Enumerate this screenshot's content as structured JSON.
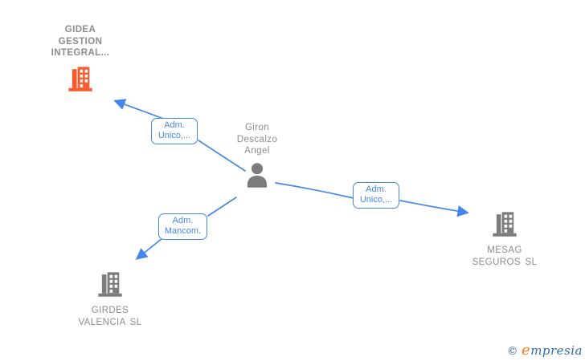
{
  "colors": {
    "edge_blue": "#4486ec",
    "node_gray": "#7c7c7c",
    "label_gray": "#8c8c8c",
    "highlight_orange": "#f9592b",
    "logo_blue": "#2e6da4",
    "logo_orange": "#f47b20"
  },
  "person": {
    "name": "Giron Descalzo Angel",
    "lines": [
      "Giron",
      "Descalzo",
      "Angel"
    ],
    "icon": "person-icon"
  },
  "companies": [
    {
      "id": "gidea",
      "name": "GIDEA GESTION INTEGRAL...",
      "lines": [
        "GIDEA",
        "GESTION",
        "INTEGRAL..."
      ],
      "highlighted": true,
      "icon": "building-icon"
    },
    {
      "id": "girdes",
      "name": "GIRDES VALENCIA SL",
      "lines": [
        "GIRDES",
        "VALENCIA SL"
      ],
      "highlighted": false,
      "icon": "building-icon"
    },
    {
      "id": "mesag",
      "name": "MESAG SEGUROS SL",
      "lines": [
        "MESAG",
        "SEGUROS SL"
      ],
      "highlighted": false,
      "icon": "building-icon"
    }
  ],
  "edge_labels": [
    {
      "id": "person-gidea",
      "line1": "Adm.",
      "line2": "Unico,..."
    },
    {
      "id": "person-girdes",
      "line1": "Adm.",
      "line2": "Mancom."
    },
    {
      "id": "person-mesag",
      "line1": "Adm.",
      "line2": "Unico,..."
    }
  ],
  "watermark": {
    "copyright": "©",
    "logo_first": "e",
    "logo_rest": "mpresia"
  }
}
